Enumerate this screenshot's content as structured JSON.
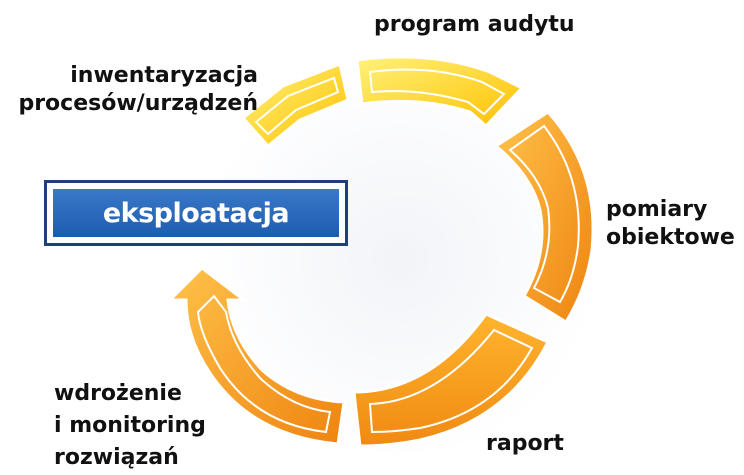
{
  "center_box": {
    "label": "eksploatacja"
  },
  "labels": {
    "program_audytu": "program audytu",
    "inwentaryzacja_line1": "inwentaryzacja",
    "inwentaryzacja_line2": "procesów/urządzeń",
    "pomiary_line1": "pomiary",
    "pomiary_line2": "obiektowe",
    "raport": "raport",
    "wdrozenie_line1": "wdrożenie",
    "wdrozenie_line2": "i monitoring",
    "wdrozenie_line3": "rozwiązań"
  },
  "colors": {
    "yellow": "#ffd21a",
    "orange": "#f39a1e",
    "orange_dark": "#e07b0c",
    "box_blue": "#2a67bb",
    "box_border": "#1f3f7a"
  }
}
